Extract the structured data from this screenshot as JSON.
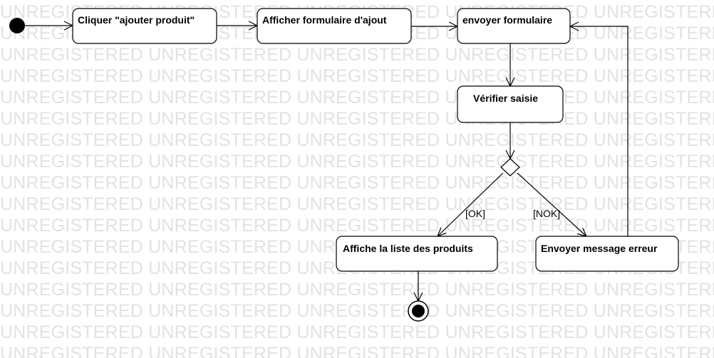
{
  "watermark": {
    "text": "UNREGISTERED"
  },
  "diagram": {
    "actions": {
      "click_add": "Cliquer \"ajouter produit\"",
      "show_form": "Afficher formulaire d'ajout",
      "send_form": "envoyer formulaire",
      "check_input": "Vérifier saisie",
      "show_list": "Affiche la liste des produits",
      "send_error": "Envoyer message erreur"
    },
    "guards": {
      "ok": "[OK]",
      "nok": "[NOK]"
    }
  },
  "colors": {
    "stroke": "#000000",
    "fill": "#ffffff",
    "watermark": "#e2e2e2"
  }
}
